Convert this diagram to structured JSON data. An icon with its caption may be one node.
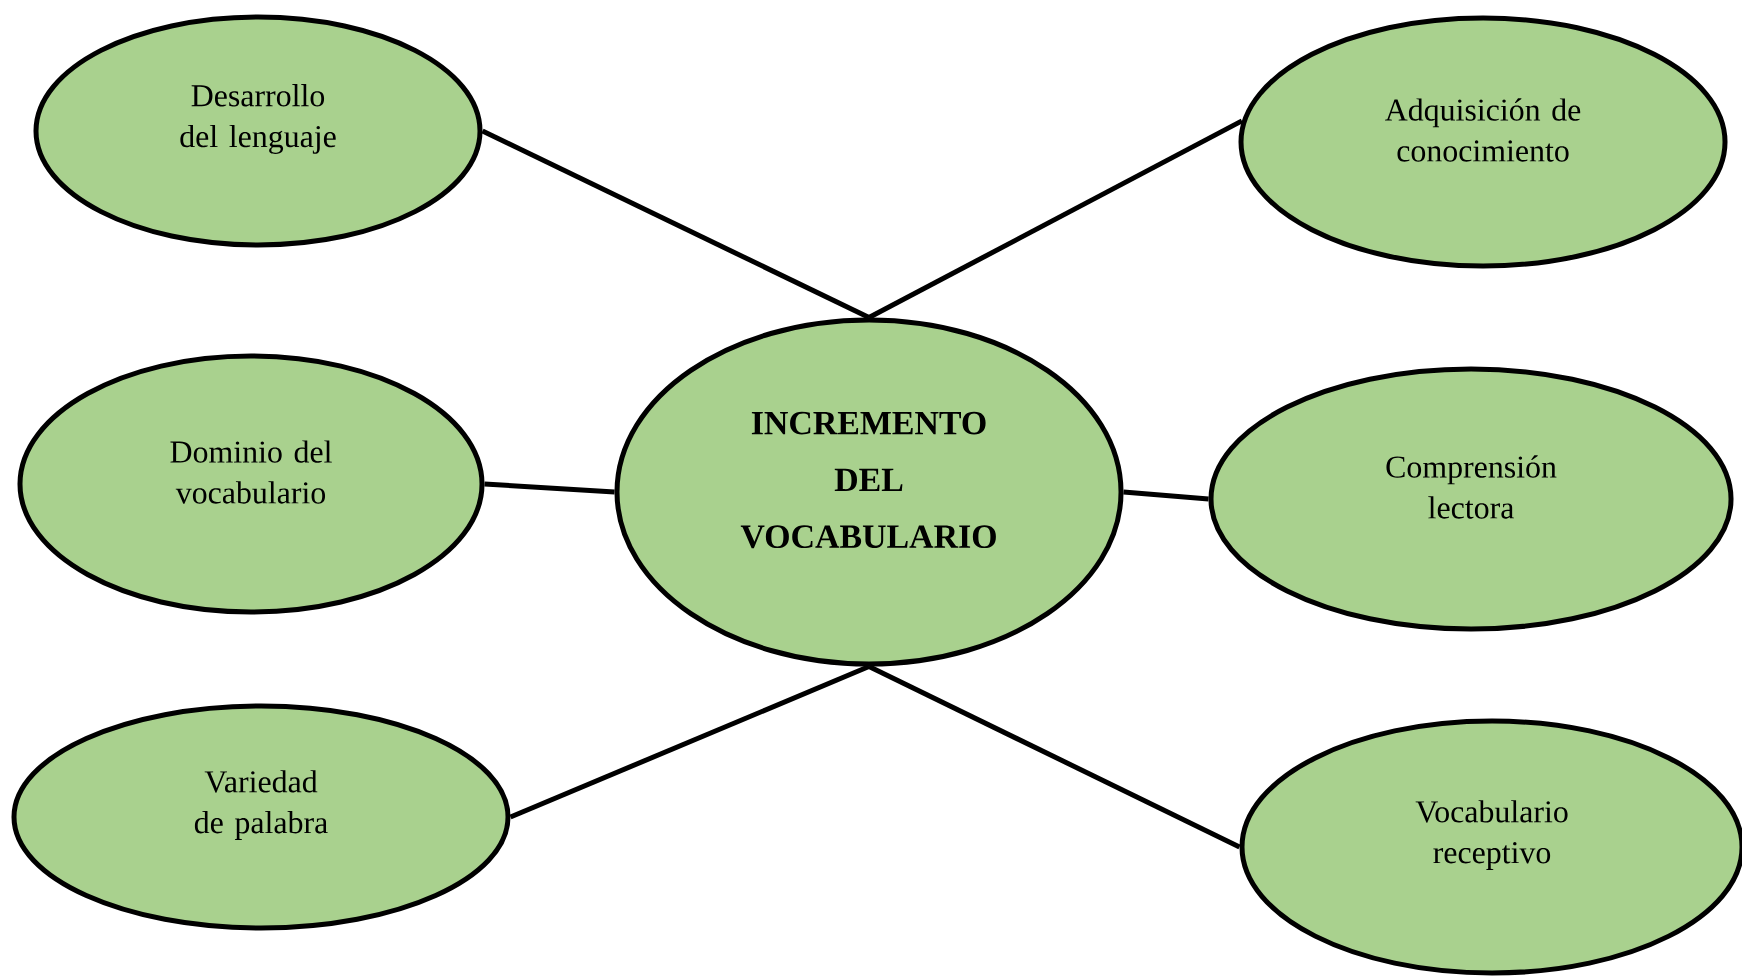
{
  "diagram": {
    "nodes": [
      {
        "text": [
          "INCREMENTO DEL VOCABULARIO"
        ]
      },
      {
        "text": [
          "Desarrollo del lenguaje"
        ]
      },
      {
        "text": [
          "Adquisición de conocimiento"
        ]
      },
      {
        "text": [
          "Dominio del vocabulario"
        ]
      },
      {
        "text": [
          "Comprensión lectora"
        ]
      },
      {
        "text": [
          "Variedad de palabra"
        ]
      },
      {
        "text": [
          "Vocabulario receptivo"
        ]
      }
    ],
    "edges": [
      {
        "from": 1,
        "to": 0,
        "arrow": "none"
      },
      {
        "from": 2,
        "to": 0,
        "arrow": "none"
      },
      {
        "from": 3,
        "to": 0,
        "arrow": "none"
      },
      {
        "from": 4,
        "to": 0,
        "arrow": "none"
      },
      {
        "from": 5,
        "to": 0,
        "arrow": "none"
      },
      {
        "from": 6,
        "to": 0,
        "arrow": "none"
      }
    ]
  }
}
